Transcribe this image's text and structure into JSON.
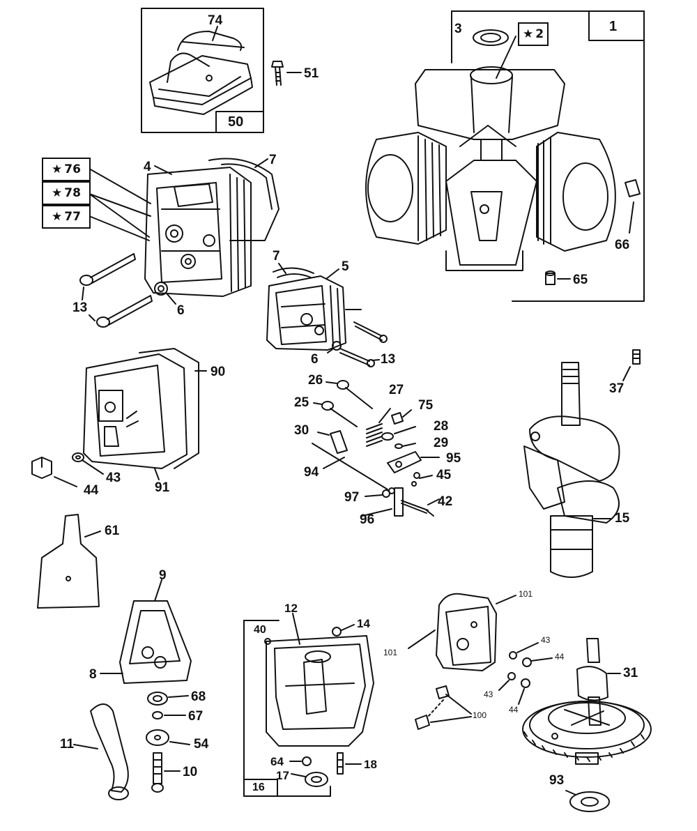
{
  "labels": {
    "l1": "1",
    "l2": "2",
    "l3": "3",
    "l4": "4",
    "l5": "5",
    "l6a": "6",
    "l6b": "6",
    "l7a": "7",
    "l7b": "7",
    "l8": "8",
    "l9": "9",
    "l10": "10",
    "l11": "11",
    "l12": "12",
    "l13a": "13",
    "l13b": "13",
    "l14": "14",
    "l15": "15",
    "l16": "16",
    "l17": "17",
    "l18": "18",
    "l25": "25",
    "l26": "26",
    "l27": "27",
    "l28": "28",
    "l29": "29",
    "l30": "30",
    "l31": "31",
    "l37": "37",
    "l40": "40",
    "l42": "42",
    "l43a": "43",
    "l43b": "43",
    "l43c": "43",
    "l44a": "44",
    "l44b": "44",
    "l44c": "44",
    "l45": "45",
    "l50": "50",
    "l51": "51",
    "l54": "54",
    "l61": "61",
    "l64": "64",
    "l65": "65",
    "l66": "66",
    "l67": "67",
    "l68": "68",
    "l74": "74",
    "l75": "75",
    "l76": "76",
    "l77": "77",
    "l78": "78",
    "l90": "90",
    "l91": "91",
    "l93": "93",
    "l94": "94",
    "l95": "95",
    "l96": "96",
    "l97": "97",
    "l100": "100",
    "l101a": "101",
    "l101b": "101"
  },
  "star_symbol": "★",
  "colors": {
    "ink": "#111111",
    "paper": "#ffffff"
  }
}
